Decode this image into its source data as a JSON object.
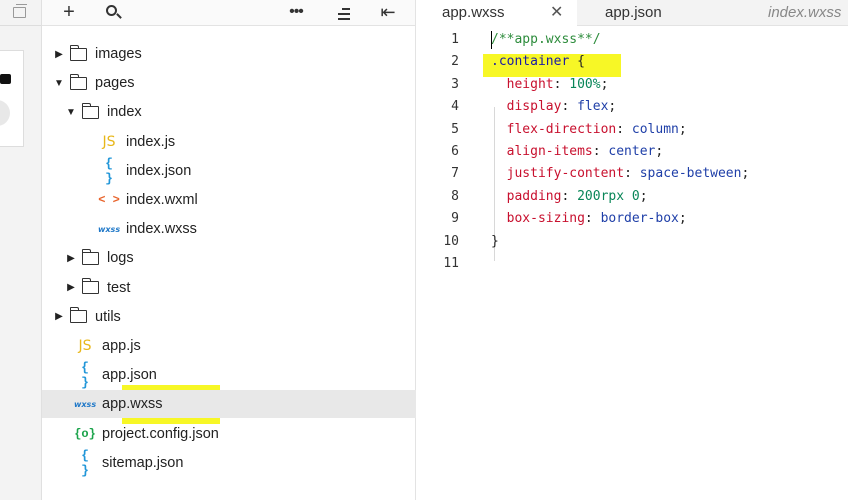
{
  "explorer": {
    "tree": [
      {
        "label": "images",
        "type": "folder",
        "expanded": false,
        "depth": 0
      },
      {
        "label": "pages",
        "type": "folder",
        "expanded": true,
        "depth": 0
      },
      {
        "label": "index",
        "type": "folder",
        "expanded": true,
        "depth": 1
      },
      {
        "label": "index.js",
        "type": "js",
        "icon": "JS",
        "depth": 2
      },
      {
        "label": "index.json",
        "type": "json",
        "icon": "{ }",
        "depth": 2
      },
      {
        "label": "index.wxml",
        "type": "wxml",
        "icon": "< >",
        "depth": 2
      },
      {
        "label": "index.wxss",
        "type": "wxss",
        "icon": "wxss",
        "depth": 2
      },
      {
        "label": "logs",
        "type": "folder",
        "expanded": false,
        "depth": 1
      },
      {
        "label": "test",
        "type": "folder",
        "expanded": false,
        "depth": 1
      },
      {
        "label": "utils",
        "type": "folder",
        "expanded": false,
        "depth": 0
      },
      {
        "label": "app.js",
        "type": "js",
        "icon": "JS",
        "depth": 0
      },
      {
        "label": "app.json",
        "type": "json",
        "icon": "{ }",
        "depth": 0
      },
      {
        "label": "app.wxss",
        "type": "wxss",
        "icon": "wxss",
        "depth": 0,
        "selected": true
      },
      {
        "label": "project.config.json",
        "type": "config",
        "icon": "{o}",
        "depth": 0
      },
      {
        "label": "sitemap.json",
        "type": "json",
        "icon": "{ }",
        "depth": 0
      }
    ]
  },
  "editor": {
    "tabs": [
      {
        "label": "app.wxss",
        "active": true
      },
      {
        "label": "app.json",
        "active": false
      },
      {
        "label": "index.wxss",
        "active": false,
        "preview": true
      }
    ],
    "close_glyph": "✕",
    "lines": [
      {
        "n": "1",
        "tokens": [
          {
            "t": "/**app.wxss**/",
            "c": "t-comment"
          }
        ]
      },
      {
        "n": "2",
        "tokens": [
          {
            "t": ".container",
            "c": "t-selector"
          },
          {
            "t": " {",
            "c": "t-punc"
          }
        ]
      },
      {
        "n": "3",
        "tokens": [
          {
            "t": "  height",
            "c": "t-prop"
          },
          {
            "t": ": ",
            "c": "t-punc"
          },
          {
            "t": "100%",
            "c": "t-num"
          },
          {
            "t": ";",
            "c": "t-punc"
          }
        ]
      },
      {
        "n": "4",
        "tokens": [
          {
            "t": "  display",
            "c": "t-prop"
          },
          {
            "t": ": ",
            "c": "t-punc"
          },
          {
            "t": "flex",
            "c": "t-value"
          },
          {
            "t": ";",
            "c": "t-punc"
          }
        ]
      },
      {
        "n": "5",
        "tokens": [
          {
            "t": "  flex-direction",
            "c": "t-prop"
          },
          {
            "t": ": ",
            "c": "t-punc"
          },
          {
            "t": "column",
            "c": "t-value"
          },
          {
            "t": ";",
            "c": "t-punc"
          }
        ]
      },
      {
        "n": "6",
        "tokens": [
          {
            "t": "  align-items",
            "c": "t-prop"
          },
          {
            "t": ": ",
            "c": "t-punc"
          },
          {
            "t": "center",
            "c": "t-value"
          },
          {
            "t": ";",
            "c": "t-punc"
          }
        ]
      },
      {
        "n": "7",
        "tokens": [
          {
            "t": "  justify-content",
            "c": "t-prop"
          },
          {
            "t": ": ",
            "c": "t-punc"
          },
          {
            "t": "space-between",
            "c": "t-value"
          },
          {
            "t": ";",
            "c": "t-punc"
          }
        ]
      },
      {
        "n": "8",
        "tokens": [
          {
            "t": "  padding",
            "c": "t-prop"
          },
          {
            "t": ": ",
            "c": "t-punc"
          },
          {
            "t": "200rpx 0",
            "c": "t-num"
          },
          {
            "t": ";",
            "c": "t-punc"
          }
        ]
      },
      {
        "n": "9",
        "tokens": [
          {
            "t": "  box-sizing",
            "c": "t-prop"
          },
          {
            "t": ": ",
            "c": "t-punc"
          },
          {
            "t": "border-box",
            "c": "t-value"
          },
          {
            "t": ";",
            "c": "t-punc"
          }
        ]
      },
      {
        "n": "10",
        "tokens": [
          {
            "t": "}",
            "c": "t-punc"
          }
        ]
      },
      {
        "n": "11",
        "tokens": []
      }
    ]
  },
  "toolbar": {
    "plus_glyph": "+",
    "more_glyph": "•••",
    "dock_glyph": "⇤"
  },
  "colors": {
    "highlight": "#f6f600",
    "comment": "#2d8c3c",
    "property": "#c8102e",
    "value": "#1f3fa8"
  }
}
